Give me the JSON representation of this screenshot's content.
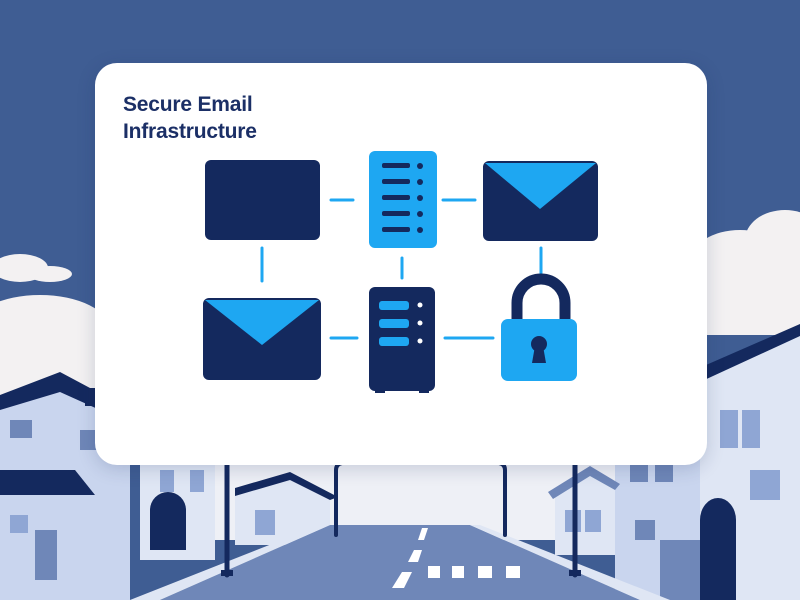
{
  "title": {
    "line1": "Secure Email",
    "line2": "Infrastructure"
  },
  "colors": {
    "sky": "#3f5d93",
    "card": "#ffffff",
    "navy": "#14295e",
    "cyan": "#1ea7f2",
    "light_blue": "#8fa6d4",
    "pale_blue": "#c9d5ee",
    "road": "#6f87b8",
    "cloud": "#f3f1f2"
  },
  "diagram": {
    "nodes": [
      {
        "id": "inbox-box",
        "icon": "inbox-box-icon"
      },
      {
        "id": "server-rack-top",
        "icon": "server-rack-icon"
      },
      {
        "id": "envelope-top",
        "icon": "envelope-icon"
      },
      {
        "id": "envelope-bottom",
        "icon": "envelope-icon"
      },
      {
        "id": "server-tower",
        "icon": "server-tower-icon"
      },
      {
        "id": "padlock",
        "icon": "padlock-icon"
      }
    ]
  }
}
